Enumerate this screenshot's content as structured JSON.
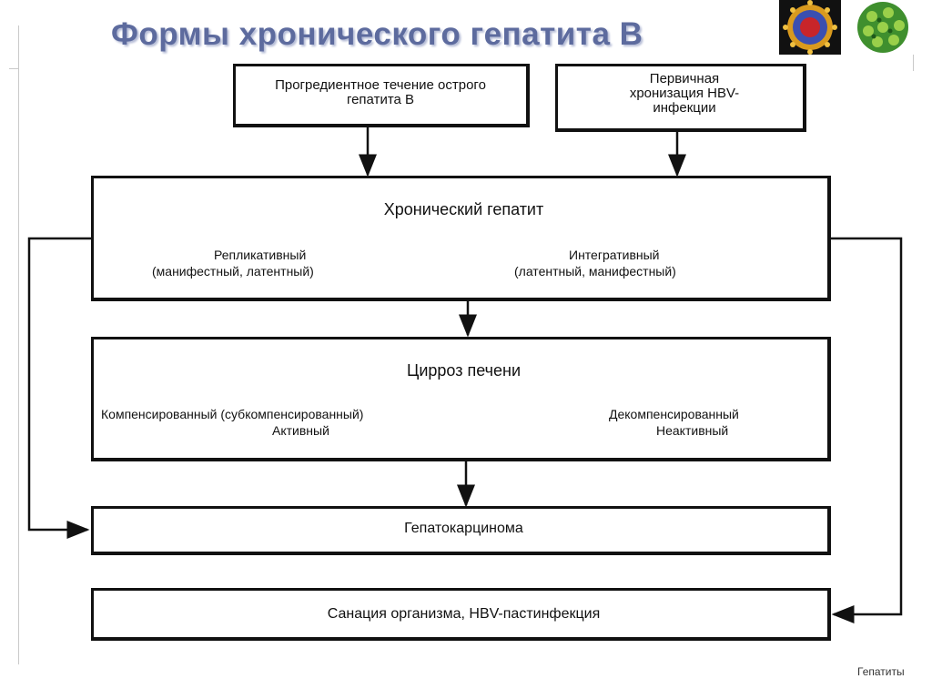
{
  "slide": {
    "title": "Формы хронического гепатита В",
    "footer": "Гепатиты"
  },
  "images": {
    "virus_left": "virus-particle-illustration",
    "virus_right": "virus-capsid-illustration"
  },
  "diagram": {
    "source_acute": "Прогредиентное течение острого гепатита В",
    "source_primary": "Первичная хронизация HBV-инфекции",
    "chronic_hepatitis": {
      "title": "Хронический гепатит",
      "left_line1": "Репликативный",
      "left_line2": "(манифестный, латентный)",
      "right_line1": "Интегративный",
      "right_line2": "(латентный, манифестный)"
    },
    "cirrhosis": {
      "title": "Цирроз печени",
      "left_line1": "Компенсированный (субкомпенсированный)",
      "left_line2": "Активный",
      "right_line1": "Декомпенсированный",
      "right_line2": "Неактивный"
    },
    "hepatocarcinoma": "Гепатокарцинома",
    "sanitation": "Санация организма, HBV-пастинфекция"
  }
}
